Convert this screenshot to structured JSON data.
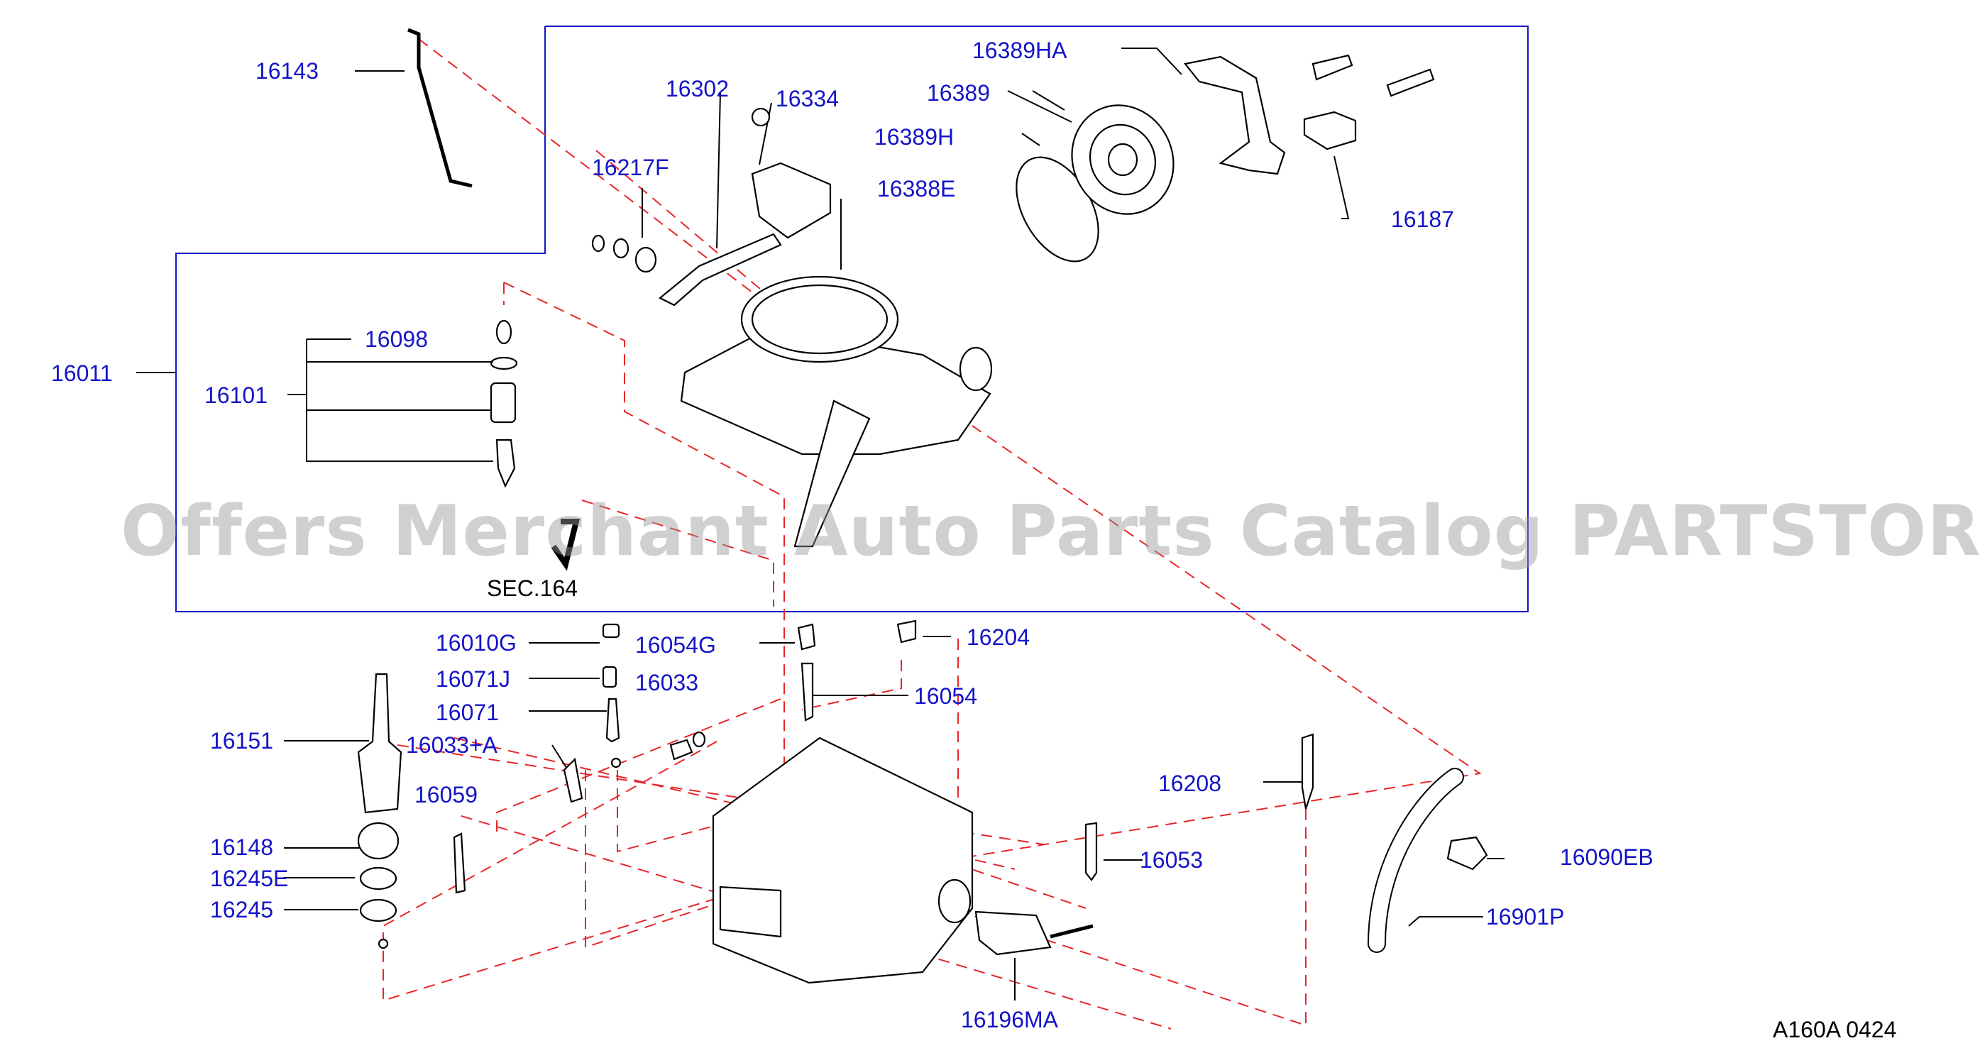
{
  "labels": {
    "l16143": "16143",
    "l16302": "16302",
    "l16334": "16334",
    "l16389HA": "16389HA",
    "l16389": "16389",
    "l16389H": "16389H",
    "l16217F": "16217F",
    "l16388E": "16388E",
    "l16187": "16187",
    "l16011": "16011",
    "l16098": "16098",
    "l16101": "16101",
    "sec164": "SEC.164",
    "l16010G": "16010G",
    "l16054G": "16054G",
    "l16204": "16204",
    "l16071J": "16071J",
    "l16033": "16033",
    "l16071": "16071",
    "l16054": "16054",
    "l16151": "16151",
    "l16033A": "16033+A",
    "l16059": "16059",
    "l16208": "16208",
    "l16148": "16148",
    "l16053": "16053",
    "l16090EB": "16090EB",
    "l16245E": "16245E",
    "l16245": "16245",
    "l16901P": "16901P",
    "l16196MA": "16196MA"
  },
  "watermark": "Offers Merchant Auto Parts Catalog PARTSTORE.SA",
  "diagram_code": "A160A  0424",
  "colors": {
    "label": "#1414c8",
    "dashed": "#e8262a",
    "line": "#000000"
  }
}
